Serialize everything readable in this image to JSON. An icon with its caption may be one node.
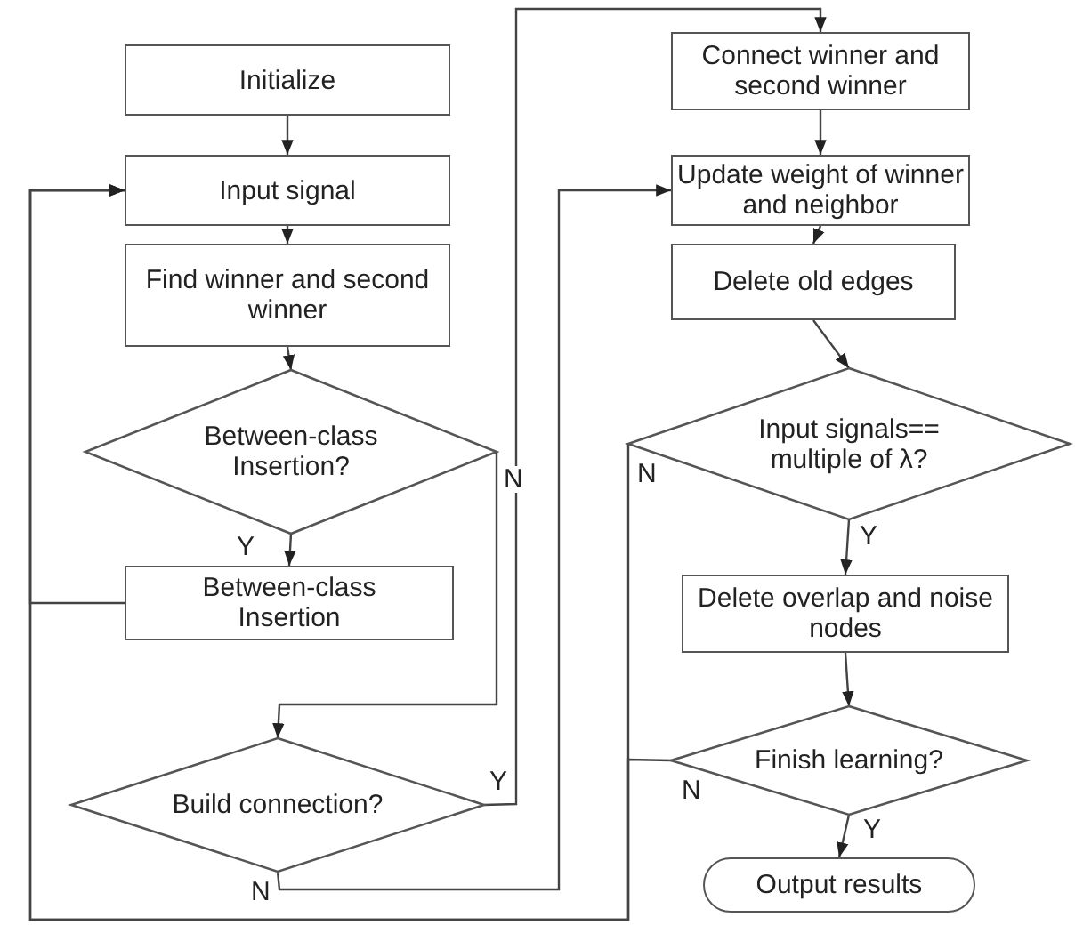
{
  "diagram": {
    "nodes": [
      {
        "text": [
          "Initialize"
        ]
      },
      {
        "text": [
          "Input signal"
        ]
      },
      {
        "text": [
          "Find winner and second winner"
        ]
      },
      {
        "text": [
          "Between-class Insertion?"
        ]
      },
      {
        "text": [
          "Between-class Insertion"
        ]
      },
      {
        "text": [
          "Build connection?"
        ]
      },
      {
        "text": [
          "Connect winner and second winner"
        ]
      },
      {
        "text": [
          "Update weight of winner and neighbor"
        ]
      },
      {
        "text": [
          "Delete old edges"
        ]
      },
      {
        "text": [
          "Input signals== multiple of λ?"
        ]
      },
      {
        "text": [
          "Delete overlap and noise nodes"
        ]
      },
      {
        "text": [
          "Finish learning?"
        ]
      },
      {
        "text": [
          "Output results"
        ]
      }
    ],
    "edges": [
      {
        "from": 0,
        "to": 1,
        "arrow": "to"
      },
      {
        "from": 1,
        "to": 2,
        "arrow": "to"
      },
      {
        "from": 2,
        "to": 3,
        "arrow": "to"
      },
      {
        "from": 3,
        "to": 4,
        "label": "Y",
        "arrow": "to"
      },
      {
        "from": 3,
        "to": 5,
        "label": "N",
        "arrow": "to"
      },
      {
        "from": 4,
        "to": 1,
        "arrow": "to"
      },
      {
        "from": 5,
        "to": 6,
        "label": "Y",
        "arrow": "to"
      },
      {
        "from": 5,
        "to": 7,
        "label": "N",
        "arrow": "to"
      },
      {
        "from": 6,
        "to": 7,
        "arrow": "to"
      },
      {
        "from": 7,
        "to": 8,
        "arrow": "to"
      },
      {
        "from": 8,
        "to": 9,
        "arrow": "to"
      },
      {
        "from": 9,
        "to": 10,
        "label": "Y",
        "arrow": "to"
      },
      {
        "from": 9,
        "to": 1,
        "label": "N",
        "arrow": "to"
      },
      {
        "from": 10,
        "to": 11,
        "arrow": "to"
      },
      {
        "from": 11,
        "to": 12,
        "label": "Y",
        "arrow": "to"
      },
      {
        "from": 11,
        "to": 1,
        "label": "N",
        "arrow": "to"
      }
    ]
  }
}
